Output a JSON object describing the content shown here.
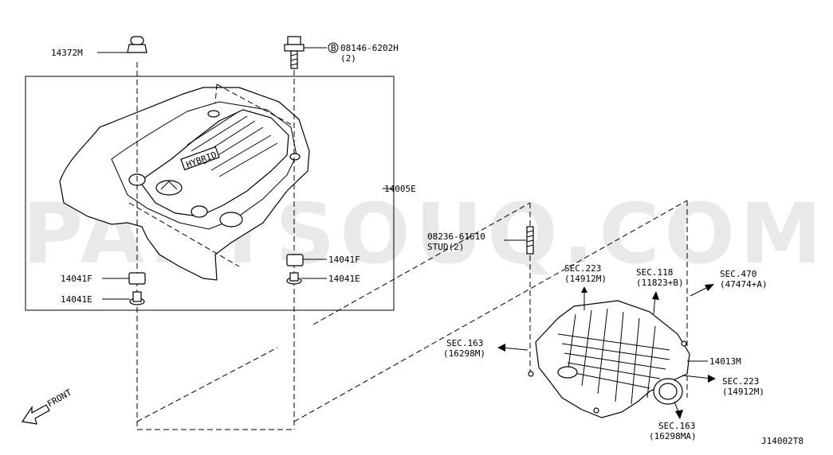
{
  "watermark": "PARTSOUQ.COM",
  "diagram_code": "J14002T8",
  "front_label": "FRONT",
  "logo_badge_text": "HYBRID",
  "callouts": {
    "p14372m": "14372M",
    "bolt_code": "08146-6202H",
    "bolt_qty": "(2)",
    "bolt_circle": "B",
    "p14005e": "14005E",
    "stud_code": "08236-61610",
    "stud_qty": "STUD(2)",
    "p14041f_right": "14041F",
    "p14041e_right": "14041E",
    "p14041f_left": "14041F",
    "p14041e_left": "14041E",
    "sec223_top": "SEC.223",
    "sec223_top_ref": "(14912M)",
    "sec118": "SEC.118",
    "sec118_ref": "(11823+B)",
    "sec470": "SEC.470",
    "sec470_ref": "(47474+A)",
    "sec163_left": "SEC.163",
    "sec163_left_ref": "(16298M)",
    "p14013m": "14013M",
    "sec223_right": "SEC.223",
    "sec223_right_ref": "(14912M)",
    "sec163_bottom": "SEC.163",
    "sec163_bottom_ref": "(16298MA)"
  }
}
